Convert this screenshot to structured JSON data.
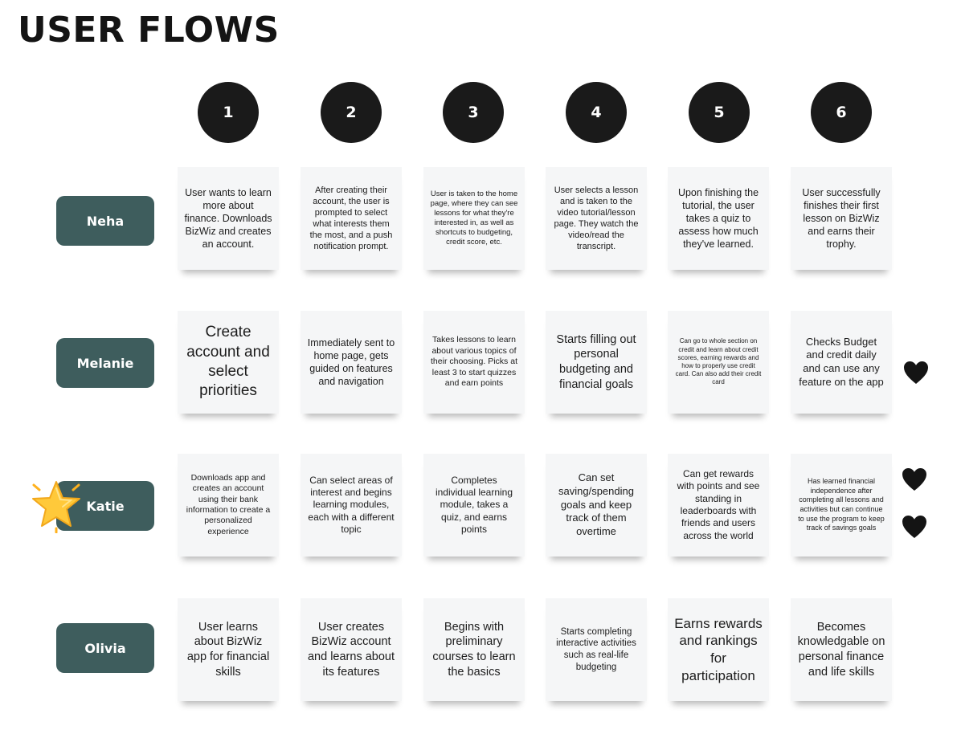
{
  "title": "USER FLOWS",
  "steps": [
    "1",
    "2",
    "3",
    "4",
    "5",
    "6"
  ],
  "personas": [
    "Neha",
    "Melanie",
    "Katie",
    "Olivia"
  ],
  "notes": [
    [
      "User wants to learn more about finance. Downloads BizWiz and creates an account.",
      "After creating their account, the user is prompted to select what interests them the most, and a push notification prompt.",
      "User is taken to the home page, where they can see lessons for what they're interested in, as well as shortcuts to budgeting, credit score, etc.",
      "User selects a lesson and is taken to the video tutorial/lesson page. They watch the video/read the transcript.",
      "Upon finishing the tutorial, the user takes a quiz to assess how much they've learned.",
      "User successfully finishes their first lesson on BizWiz and earns their trophy."
    ],
    [
      "Create account and select priorities",
      "Immediately sent to home page, gets guided on features and navigation",
      "Takes lessons to learn about various topics of their choosing. Picks at least 3 to start quizzes and earn points",
      "Starts filling out personal budgeting and financial goals",
      "Can go to whole section on credit and learn about credit scores, earning rewards and how to properly use credit card. Can also add their credit card",
      "Checks Budget and credit daily and can use any feature on the app"
    ],
    [
      "Downloads app and creates an account using their bank information to create a personalized experience",
      "Can select areas of interest and begins learning modules, each with a different topic",
      "Completes individual learning module, takes a quiz, and earns points",
      "Can set saving/spending goals and keep track of them overtime",
      "Can get rewards with points and see standing in leaderboards with friends and users across the world",
      "Has learned financial independence after completing all lessons and activities but can continue to use the program to keep track of savings goals"
    ],
    [
      "User learns about BizWiz app for financial skills",
      "User creates BizWiz account and learns about its features",
      "Begins with preliminary courses to learn the basics",
      "Starts completing interactive activities such as real-life budgeting",
      "Earns rewards and rankings for participation",
      "Becomes knowledgable on personal finance and life skills"
    ]
  ],
  "colors": {
    "persona_bg": "#3e5d5d",
    "circle_bg": "#1a1a1a",
    "note_bg": "#f5f6f7",
    "heart": "#141414",
    "star": "#ffc93a"
  },
  "icons": [
    "black-heart-icon",
    "star-icon"
  ]
}
